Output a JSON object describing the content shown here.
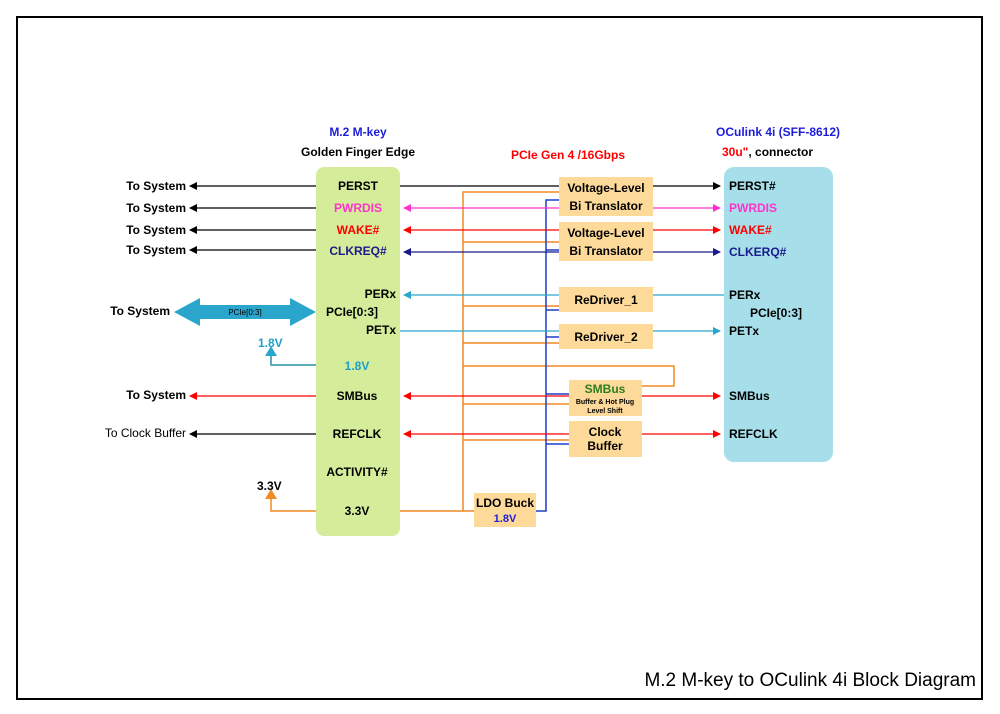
{
  "colors": {
    "green_block": "#d5ec9a",
    "blue_block": "#a6dfe9",
    "orange_block": "#fdd99a",
    "black": "#000000",
    "magenta": "#ff33cc",
    "red": "#ff0000",
    "navy": "#1a1a8c",
    "cyan": "#2aa6cc",
    "orange_line": "#f08a24",
    "blue_line": "#1f3fc6",
    "title_blue": "#1d1dd9",
    "smbus_green": "#2e7d1e",
    "label_cyan": "#1ea0c8"
  },
  "header": {
    "m2_title": "M.2 M-key",
    "m2_subtitle": "Golden Finger Edge",
    "pcie_gen": "PCIe Gen 4 /16Gbps",
    "oculink_title": "OCulink 4i (SFF-8612)",
    "oculink_spec_red": "30u\"",
    "oculink_spec_rest": ", connector"
  },
  "m2_pins": {
    "perst": "PERST",
    "pwrdis": "PWRDIS",
    "wake": "WAKE#",
    "clkreq": "CLKREQ#",
    "perx": "PERx",
    "pcie": "PCIe[0:3]",
    "petx": "PETx",
    "v18": "1.8V",
    "smbus": "SMBus",
    "refclk": "REFCLK",
    "activity": "ACTIVITY#",
    "v33": "3.3V"
  },
  "oculink_pins": {
    "perst": "PERST#",
    "pwrdis": "PWRDIS",
    "wake": "WAKE#",
    "clkerq": "CLKERQ#",
    "perx": "PERx",
    "pcie": "PCIe[0:3]",
    "petx": "PETx",
    "smbus": "SMBus",
    "refclk": "REFCLK"
  },
  "left_labels": {
    "to_system_1": "To System",
    "to_system_2": "To System",
    "to_system_3": "To System",
    "to_system_4": "To System",
    "to_system_pcie": "To System",
    "pcie_arrow": "PCIe[0:3]",
    "v18": "1.8V",
    "to_system_smbus": "To System",
    "to_clock_buffer": "To Clock Buffer",
    "v33": "3.3V"
  },
  "blocks": {
    "vlt1_line1": "Voltage-Level",
    "vlt1_line2": "Bi Translator",
    "vlt2_line1": "Voltage-Level",
    "vlt2_line2": "Bi Translator",
    "redriver1": "ReDriver_1",
    "redriver2": "ReDriver_2",
    "smbus_title": "SMBus",
    "smbus_sub1": "Buffer & Hot Plug",
    "smbus_sub2": "Level Shift",
    "clock_line1": "Clock",
    "clock_line2": "Buffer",
    "ldo_line1": "LDO Buck",
    "ldo_line2": "1.8V"
  },
  "footer": {
    "title": "M.2 M-key to OCulink 4i Block Diagram"
  }
}
